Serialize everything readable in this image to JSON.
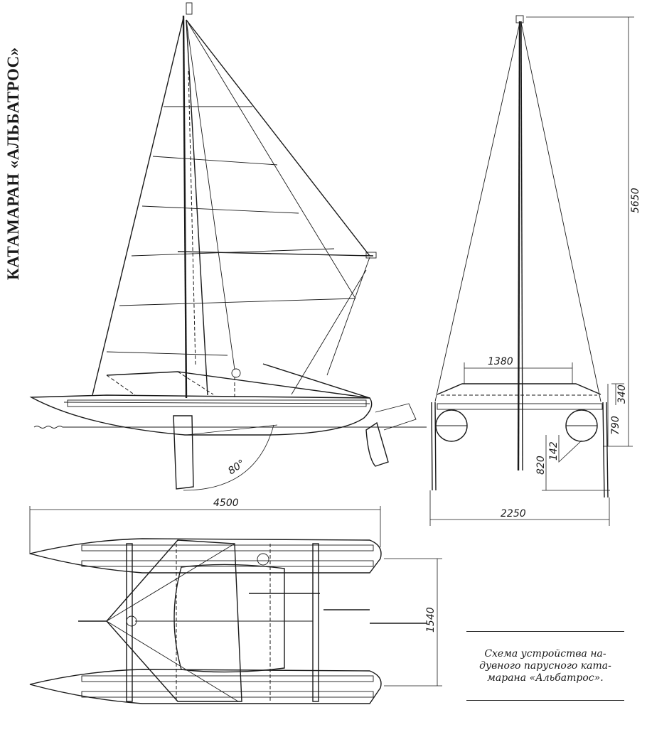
{
  "title": "КАТАМАРАН «АЛЬБАТРОС»",
  "caption": "Схема   устройства   на-\nдувного парусного ката-\nмарана «Альбатрос».",
  "dimensions": {
    "side_angle": "80°",
    "overall_length": "4500",
    "mast_height": "5650",
    "beam_spacing": "1380",
    "float_offset": "340",
    "deck_height": "790",
    "draft": "820",
    "float_radius": "142",
    "overall_width": "2250",
    "hull_spacing": "1540"
  }
}
